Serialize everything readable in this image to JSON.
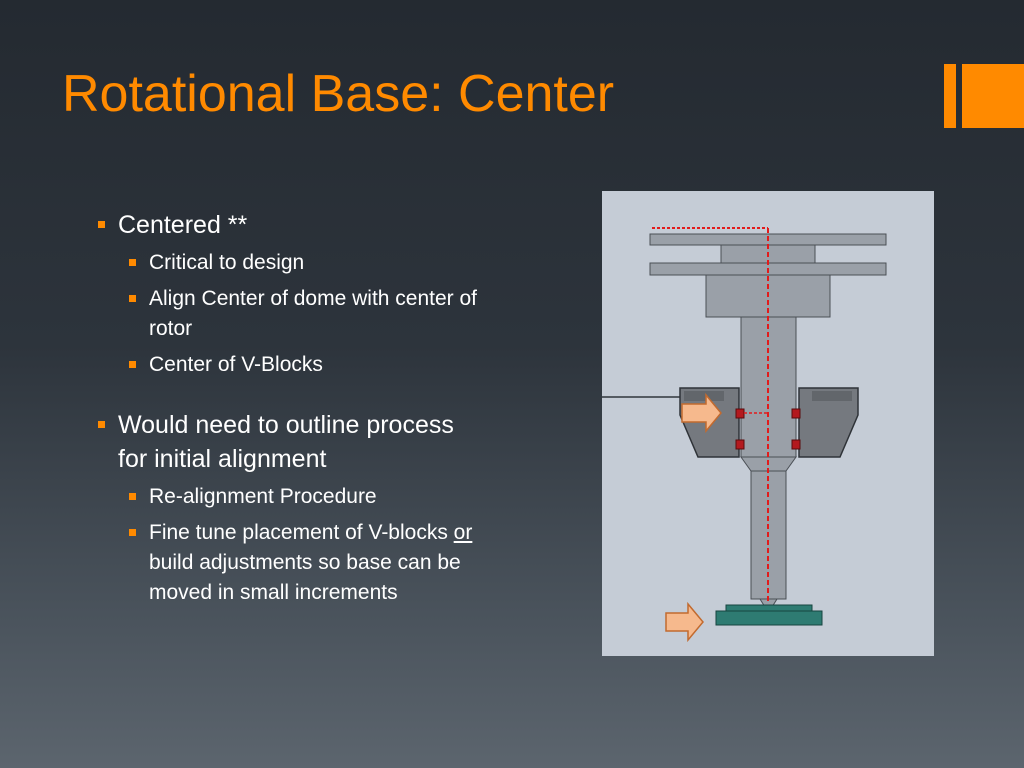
{
  "slide": {
    "title": "Rotational Base: Center",
    "accent_color": "#ff8a00"
  },
  "bullets": [
    {
      "text": "Centered **",
      "sub": [
        {
          "text": "Critical to design"
        },
        {
          "text": "Align Center of dome with center of rotor"
        },
        {
          "text": "Center of V-Blocks"
        }
      ]
    },
    {
      "text": "Would need to outline process for initial alignment",
      "sub": [
        {
          "text": "Re-alignment Procedure"
        },
        {
          "parts": [
            "Fine tune placement of V-blocks ",
            "or ",
            "build adjustments so base can be moved in small increments"
          ]
        }
      ]
    }
  ]
}
